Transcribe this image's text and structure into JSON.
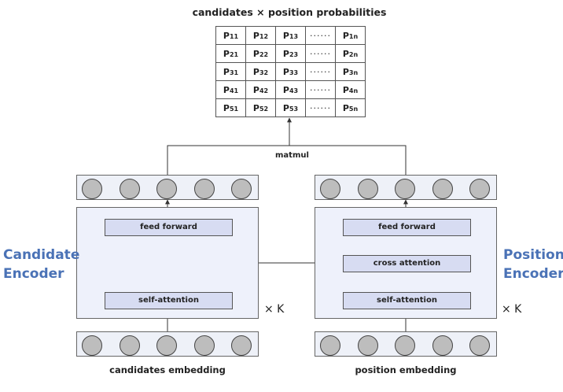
{
  "title": "candidates × position probabilities",
  "table": {
    "rows": [
      [
        "P11",
        "P12",
        "P13",
        "······",
        "P1n"
      ],
      [
        "P21",
        "P22",
        "P23",
        "······",
        "P2n"
      ],
      [
        "P31",
        "P32",
        "P33",
        "······",
        "P3n"
      ],
      [
        "P41",
        "P42",
        "P43",
        "······",
        "P4n"
      ],
      [
        "P51",
        "P52",
        "P53",
        "······",
        "P5n"
      ]
    ]
  },
  "matmul_label": "matmul",
  "candidate_encoder": {
    "label_line1": "Candidate",
    "label_line2": "Encoder",
    "layers": [
      "feed forward",
      "self-attention"
    ],
    "repeat": "× K",
    "input_caption": "candidates embedding"
  },
  "position_encoder": {
    "label_line1": "Position",
    "label_line2": "Encoder",
    "layers": [
      "feed forward",
      "cross attention",
      "self-attention"
    ],
    "repeat": "× K",
    "input_caption": "position embedding"
  },
  "colors": {
    "encoder_label": "#4a72b6",
    "encoder_box_fill": "#eef1fb",
    "layer_fill": "#d7dcf2",
    "token_fill": "#bdbdbd"
  }
}
